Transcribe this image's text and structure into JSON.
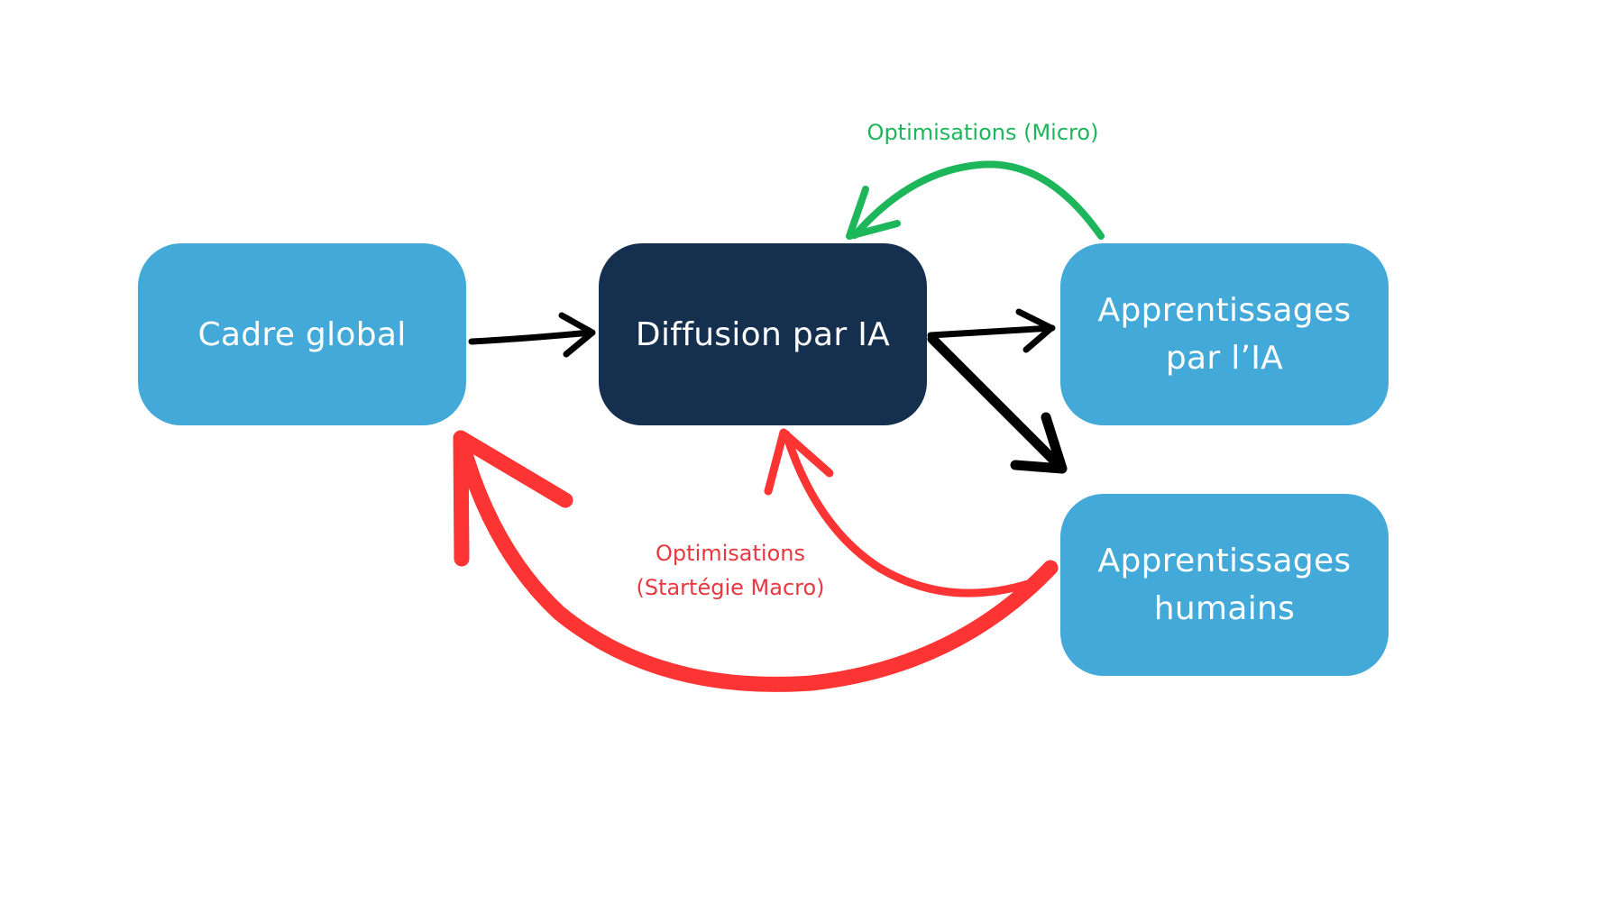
{
  "diagram": {
    "nodes": [
      {
        "id": "cadre",
        "label": "Cadre global",
        "style": "light"
      },
      {
        "id": "diffusion",
        "label": "Diffusion par IA",
        "style": "dark"
      },
      {
        "id": "app_ia",
        "label_lines": [
          "Apprentissages",
          "par l’IA"
        ],
        "style": "light"
      },
      {
        "id": "app_hum",
        "label_lines": [
          "Apprentissages",
          "humains"
        ],
        "style": "light"
      }
    ],
    "edges": [
      {
        "from": "cadre",
        "to": "diffusion",
        "color": "#000000"
      },
      {
        "from": "diffusion",
        "to": "app_ia",
        "color": "#000000"
      },
      {
        "from": "diffusion",
        "to": "app_hum",
        "color": "#000000"
      },
      {
        "from": "app_ia",
        "to": "diffusion",
        "color": "#1db65a",
        "label": "Optimisations (Micro)"
      },
      {
        "from": "app_hum",
        "to": "diffusion",
        "color": "#fc3434"
      },
      {
        "from": "app_hum",
        "to": "cadre",
        "color": "#fc3434"
      }
    ],
    "labels": {
      "micro": "Optimisations (Micro)",
      "macro_line1": "Optimisations",
      "macro_line2": "(Startégie Macro)"
    },
    "colors": {
      "light_node": "#43a9d9",
      "dark_node": "#15304f",
      "micro_arrow": "#1db65a",
      "macro_arrow": "#fc3434",
      "flow_arrow": "#000000"
    }
  }
}
